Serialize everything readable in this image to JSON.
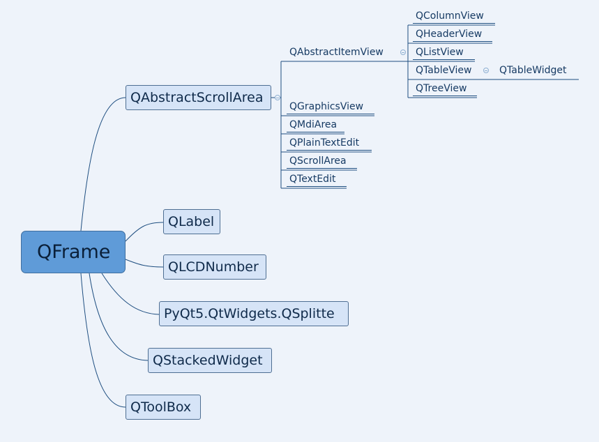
{
  "root": {
    "label": "QFrame"
  },
  "children": [
    {
      "label": "QAbstractScrollArea"
    },
    {
      "label": "QLabel"
    },
    {
      "label": "QLCDNumber"
    },
    {
      "label": "PyQt5.QtWidgets.QSplitte"
    },
    {
      "label": "QStackedWidget"
    },
    {
      "label": "QToolBox"
    }
  ],
  "scroll_area_children": [
    {
      "label": "QAbstractItemView"
    },
    {
      "label": "QGraphicsView"
    },
    {
      "label": "QMdiArea"
    },
    {
      "label": "QPlainTextEdit"
    },
    {
      "label": "QScrollArea"
    },
    {
      "label": "QTextEdit"
    }
  ],
  "item_view_children": [
    {
      "label": "QColumnView"
    },
    {
      "label": "QHeaderView"
    },
    {
      "label": "QListView"
    },
    {
      "label": "QTableView"
    },
    {
      "label": "QTreeView"
    }
  ],
  "table_view_children": [
    {
      "label": "QTableWidget"
    }
  ],
  "colors": {
    "background": "#eef3fa",
    "root_fill": "#5f9bd8",
    "node_fill": "#d6e4f7",
    "line": "#1e4e80"
  }
}
